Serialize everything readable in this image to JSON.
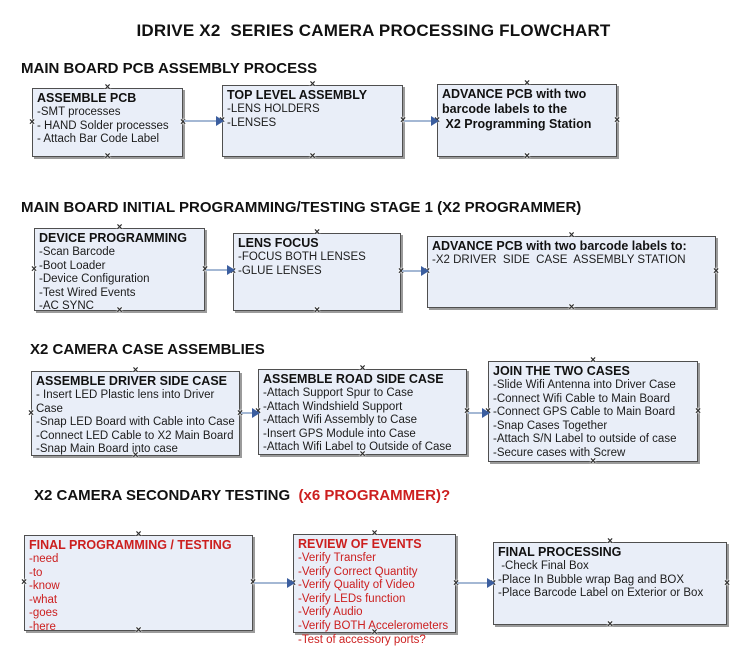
{
  "title": "IDRIVE X2  SERIES CAMERA PROCESSING FLOWCHART",
  "colors": {
    "box_fill": "#e9eef8",
    "box_border": "#4f4f4f",
    "box_shadow": "#9b9b9b",
    "arrow_line": "#a4b8d4",
    "arrow_head": "#3b5e9f",
    "red_text": "#cc1f1f",
    "black_text": "#111111"
  },
  "sections": [
    {
      "heading": "MAIN BOARD PCB ASSEMBLY PROCESS",
      "boxes": [
        {
          "title": "ASSEMBLE PCB",
          "items": [
            "-SMT processes",
            "- HAND Solder processes",
            "- Attach Bar Code Label"
          ]
        },
        {
          "title": "TOP LEVEL ASSEMBLY",
          "items": [
            "-LENS HOLDERS",
            "-LENSES"
          ]
        },
        {
          "title": "ADVANCE PCB with two\nbarcode labels to the\n X2 Programming Station",
          "items": []
        }
      ]
    },
    {
      "heading": "MAIN BOARD INITIAL PROGRAMMING/TESTING STAGE 1 (X2 PROGRAMMER)",
      "boxes": [
        {
          "title": "DEVICE PROGRAMMING",
          "items": [
            "-Scan Barcode",
            "-Boot Loader",
            "-Device Configuration",
            "-Test Wired Events",
            "-AC SYNC"
          ]
        },
        {
          "title": "LENS FOCUS",
          "items": [
            "-FOCUS BOTH LENSES",
            "-GLUE LENSES"
          ]
        },
        {
          "title": "ADVANCE PCB with two barcode labels to:",
          "items": [
            "-X2 DRIVER  SIDE  CASE  ASSEMBLY STATION"
          ]
        }
      ]
    },
    {
      "heading": "X2 CAMERA CASE ASSEMBLIES",
      "boxes": [
        {
          "title": "ASSEMBLE DRIVER SIDE CASE",
          "items": [
            "- Insert LED Plastic lens into Driver Case",
            "-Snap LED Board with Cable into Case",
            "-Connect LED Cable to X2 Main Board",
            "-Snap Main Board into case"
          ]
        },
        {
          "title": "ASSEMBLE ROAD SIDE CASE",
          "items": [
            "-Attach Support Spur to Case",
            "-Attach Windshield Support",
            "-Attach Wifi Assembly to Case",
            "-Insert GPS Module into Case",
            "-Attach Wifi Label to Outside of Case"
          ]
        },
        {
          "title": "JOIN THE TWO CASES",
          "items": [
            "-Slide Wifi Antenna into Driver Case",
            "-Connect Wifi Cable to Main Board",
            "-Connect GPS Cable to Main Board",
            "-Snap Cases Together",
            "-Attach S/N Label to outside of case",
            "-Secure cases with Screw"
          ]
        }
      ]
    },
    {
      "heading": "X2 CAMERA SECONDARY TESTING  ",
      "heading_red": "(x6 PROGRAMMER)?",
      "boxes": [
        {
          "title": "FINAL PROGRAMMING / TESTING",
          "items": [
            "-need",
            "-to",
            "-know",
            "-what",
            "-goes",
            "-here"
          ]
        },
        {
          "title": "REVIEW OF EVENTS",
          "items": [
            "-Verify Transfer",
            "-Verify Correct Quantity",
            "-Verify Quality of Video",
            "-Verify LEDs function",
            "-Verify Audio",
            "-Verify BOTH Accelerometers",
            "-Test of accessory ports?"
          ]
        },
        {
          "title": "FINAL PROCESSING",
          "items": [
            " -Check Final Box",
            "-Place In Bubble wrap Bag and BOX",
            "-Place Barcode Label on Exterior or Box"
          ]
        }
      ]
    }
  ]
}
